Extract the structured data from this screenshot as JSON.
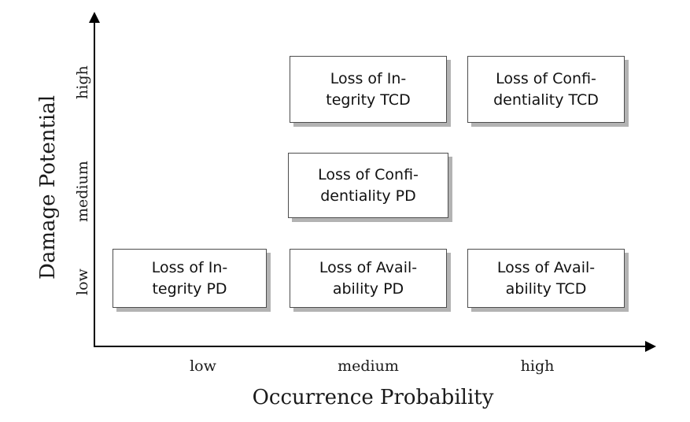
{
  "chart_data": {
    "type": "heatmap",
    "title": "",
    "xlabel": "Occurrence Probability",
    "ylabel": "Damage Potential",
    "x_categories": [
      "low",
      "medium",
      "high"
    ],
    "y_categories": [
      "low",
      "medium",
      "high"
    ],
    "grid": false,
    "legend": "none",
    "axis_style": "arrow",
    "cells": [
      {
        "x": "medium",
        "y": "high",
        "label": "Loss of Integrity TCD",
        "lines": [
          "Loss of In-",
          "tegrity TCD"
        ]
      },
      {
        "x": "high",
        "y": "high",
        "label": "Loss of Confidentiality TCD",
        "lines": [
          "Loss of Confi-",
          "dentiality TCD"
        ]
      },
      {
        "x": "medium",
        "y": "medium",
        "label": "Loss of Confidentiality PD",
        "lines": [
          "Loss of Confi-",
          "dentiality PD"
        ]
      },
      {
        "x": "low",
        "y": "low",
        "label": "Loss of Integrity PD",
        "lines": [
          "Loss of In-",
          "tegrity PD"
        ]
      },
      {
        "x": "medium",
        "y": "low",
        "label": "Loss of Availability PD",
        "lines": [
          "Loss of Avail-",
          "ability PD"
        ]
      },
      {
        "x": "high",
        "y": "low",
        "label": "Loss of Availability TCD",
        "lines": [
          "Loss of Avail-",
          "ability TCD"
        ]
      }
    ],
    "colors": {
      "cell_fill": "#ffffff",
      "cell_border": "#4d4d4d",
      "cell_shadow": "#b3b3b3",
      "axis": "#000000",
      "text": "#1a1a1a"
    }
  },
  "axes": {
    "y": {
      "title": "Damage Potential",
      "ticks": {
        "low": "low",
        "medium": "medium",
        "high": "high"
      }
    },
    "x": {
      "title": "Occurrence Probability",
      "ticks": {
        "low": "low",
        "medium": "medium",
        "high": "high"
      }
    }
  }
}
